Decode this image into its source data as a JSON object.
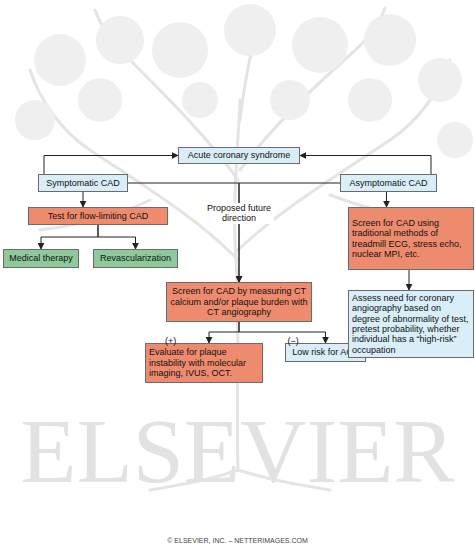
{
  "diagram": {
    "nodes": [
      {
        "text": [
          "Acute coronary syndrome"
        ]
      },
      {
        "text": [
          "Symptomatic CAD"
        ]
      },
      {
        "text": [
          "Asymptomatic CAD"
        ]
      },
      {
        "text": [
          "Test for flow-limiting CAD"
        ]
      },
      {
        "text": [
          "Medical therapy"
        ]
      },
      {
        "text": [
          "Revascularization"
        ]
      },
      {
        "text": [
          "Screen for CAD by measuring CT calcium and/or plaque burden with CT angiography"
        ]
      },
      {
        "text": [
          "Evaluate for plaque instability with molecular imaging, IVUS, OCT."
        ]
      },
      {
        "text": [
          "Low risk for ACS"
        ]
      },
      {
        "text": [
          "Screen for CAD using traditional methods of treadmill ECG, stress echo, nuclear MPI, etc."
        ]
      },
      {
        "text": [
          "Assess need for coronary angiography based on degree of abnormality of test, pretest probability, whether individual has a “high-risk” occupation"
        ]
      }
    ],
    "edges": [
      {
        "from": 1,
        "to": 0,
        "arrow": "to"
      },
      {
        "from": 2,
        "to": 0,
        "arrow": "to"
      },
      {
        "from": 1,
        "to": 3,
        "arrow": "to"
      },
      {
        "from": 3,
        "to": 4,
        "arrow": "to"
      },
      {
        "from": 3,
        "to": 5,
        "arrow": "to"
      },
      {
        "from": 1,
        "to": 6,
        "arrow": "to"
      },
      {
        "from": 2,
        "to": 6,
        "arrow": "to"
      },
      {
        "from": 6,
        "to": 7,
        "label": "(+)",
        "arrow": "to"
      },
      {
        "from": 6,
        "to": 8,
        "label": "(−)",
        "arrow": "to"
      },
      {
        "from": 2,
        "to": 9,
        "arrow": "to"
      },
      {
        "from": 9,
        "to": 10,
        "arrow": "to"
      }
    ],
    "labels": [
      "Proposed future direction",
      "ELSEVIER",
      "© ELSEVIER, INC. – NETTERIMAGES.COM"
    ]
  }
}
